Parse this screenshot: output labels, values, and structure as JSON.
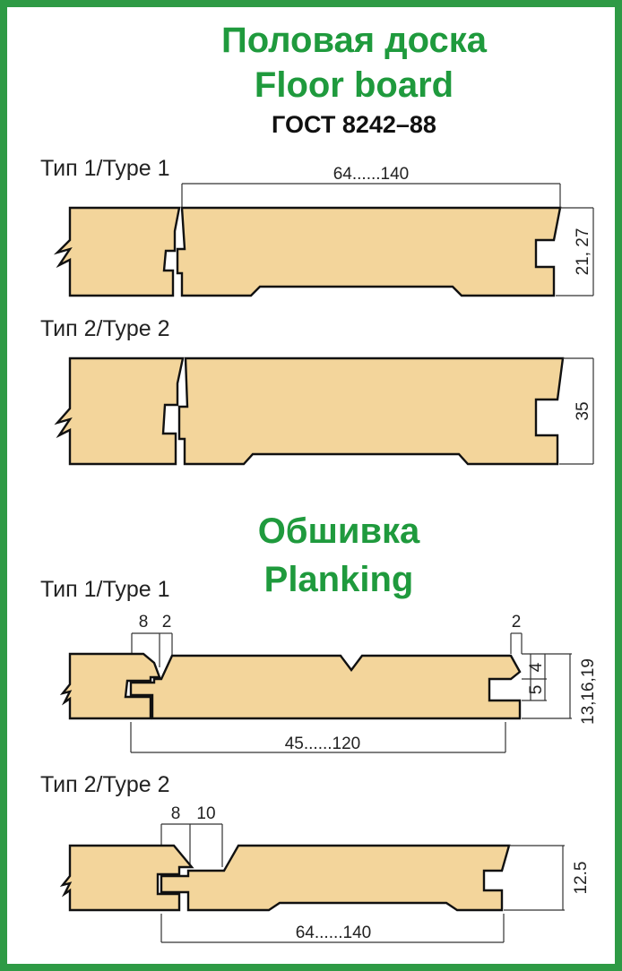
{
  "floor_board": {
    "title_ru": "Половая доска",
    "title_en": "Floor board",
    "standard": "ГОСТ 8242–88",
    "type1": {
      "label": "Тип 1/Type 1",
      "width_range": "64......140",
      "thickness": "21, 27"
    },
    "type2": {
      "label": "Тип 2/Type 2",
      "thickness": "35"
    }
  },
  "planking": {
    "title_ru": "Обшивка",
    "title_en": "Planking",
    "type1": {
      "label": "Тип 1/Type 1",
      "dim_a": "8",
      "dim_b": "2",
      "dim_c": "2",
      "dim_d": "5",
      "dim_e": "4",
      "thickness": "13,16,19",
      "width_range": "45......120"
    },
    "type2": {
      "label": "Тип 2/Type 2",
      "dim_a": "8",
      "dim_b": "10",
      "thickness": "12.5",
      "width_range": "64......140"
    }
  },
  "colors": {
    "frame": "#2e9a45",
    "title": "#1f9a3d",
    "wood": "#f3d59b",
    "outline": "#111111"
  }
}
